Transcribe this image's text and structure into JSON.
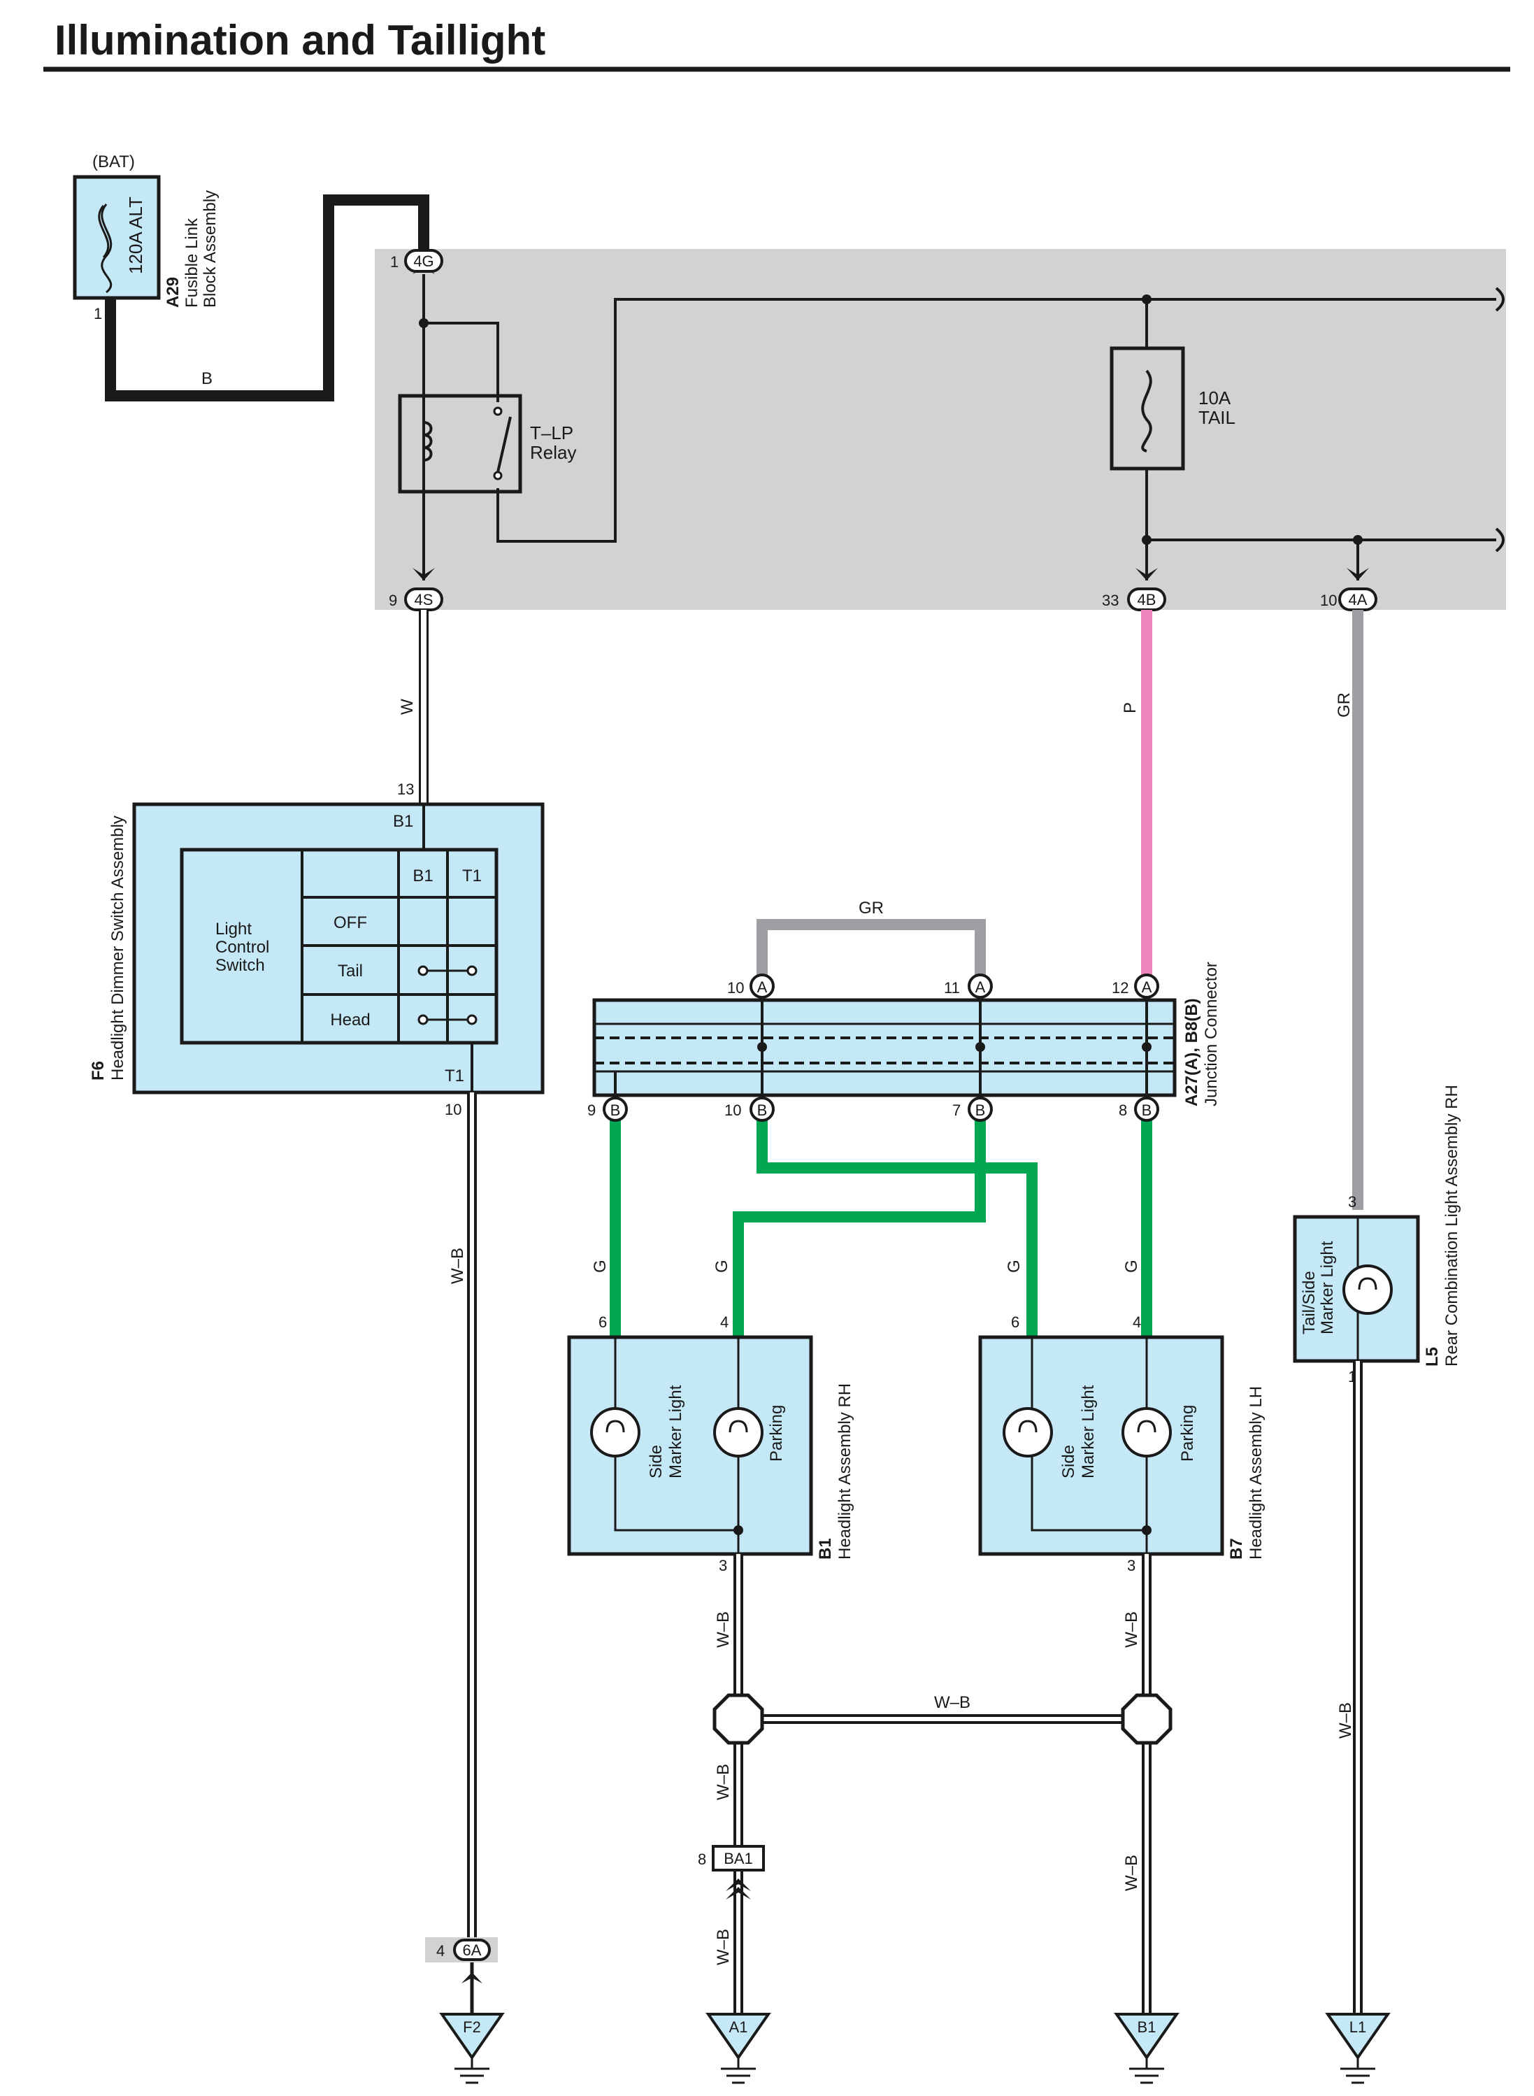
{
  "title": "Illumination and Taillight",
  "colors": {
    "panel": "#d1d2d4",
    "box": "#c5e8f7",
    "green": "#00a651",
    "pink": "#ef86bb",
    "gray": "#9d9fa2",
    "black": "#1a1a1a"
  },
  "fusible": {
    "bat": "(BAT)",
    "rating": "120A ALT",
    "code": "A29",
    "name1": "Fusible Link",
    "name2": "Block Assembly",
    "pin": "1"
  },
  "relay": {
    "name1": "T–LP",
    "name2": "Relay"
  },
  "fuse": {
    "rating": "10A",
    "name": "TAIL"
  },
  "connectors": {
    "c4G": {
      "id": "4G",
      "pin": "1"
    },
    "c4S": {
      "id": "4S",
      "pin": "9"
    },
    "c4B": {
      "id": "4B",
      "pin": "33"
    },
    "c4A": {
      "id": "4A",
      "pin": "10"
    },
    "c6A": {
      "id": "6A",
      "pin": "4"
    },
    "cBA1": {
      "id": "BA1",
      "pin": "8"
    }
  },
  "wires": {
    "b": "B",
    "w": "W",
    "p": "P",
    "gr": "GR",
    "g": "G",
    "wb": "W–B"
  },
  "dimmer": {
    "code": "F6",
    "name": "Headlight Dimmer Switch Assembly",
    "pin_top": "13",
    "pin_b1": "B1",
    "pin_t1": "T1",
    "pin_bottom": "10",
    "table_title": [
      "Light",
      "Control",
      "Switch"
    ],
    "cols": [
      "B1",
      "T1"
    ],
    "rows": [
      "OFF",
      "Tail",
      "Head"
    ]
  },
  "junction": {
    "code": "A27(A), B8(B)",
    "name": "Junction Connector",
    "top_pins": [
      {
        "pin": "10",
        "id": "A"
      },
      {
        "pin": "11",
        "id": "A"
      },
      {
        "pin": "12",
        "id": "A"
      }
    ],
    "bot_pins": [
      {
        "pin": "9",
        "id": "B"
      },
      {
        "pin": "10",
        "id": "B"
      },
      {
        "pin": "7",
        "id": "B"
      },
      {
        "pin": "8",
        "id": "B"
      }
    ]
  },
  "headlight_rh": {
    "code": "B1",
    "name": "Headlight Assembly RH",
    "side1": "Side",
    "side2": "Marker Light",
    "parking": "Parking",
    "pin6": "6",
    "pin4": "4",
    "pin3": "3"
  },
  "headlight_lh": {
    "code": "B7",
    "name": "Headlight Assembly LH",
    "side1": "Side",
    "side2": "Marker Light",
    "parking": "Parking",
    "pin6": "6",
    "pin4": "4",
    "pin3": "3"
  },
  "rear": {
    "code": "L5",
    "name": "Rear Combination Light Assembly RH",
    "lamp1": "Tail/Side",
    "lamp2": "Marker Light",
    "pin3": "3",
    "pin1": "1"
  },
  "grounds": [
    "F2",
    "A1",
    "B1",
    "L1"
  ]
}
